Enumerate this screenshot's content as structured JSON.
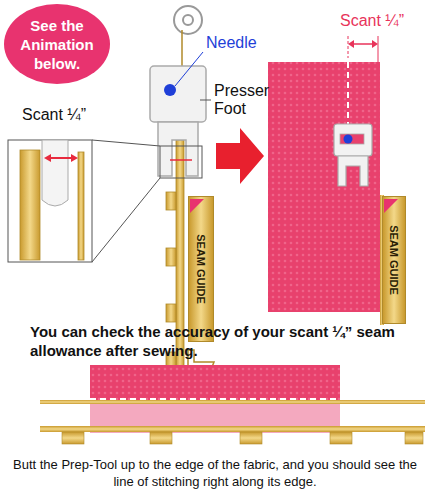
{
  "diagram": {
    "title": "You can check the accuracy of your scant ¼” seam allowance after sewing.",
    "caption": "Butt the Prep-Tool up to the edge of the fabric, and you should see the line of stitching right along its edge.",
    "nodes": [
      {
        "text": [
          "See the Animation below."
        ]
      },
      {
        "text": [
          "SEAM GUIDE"
        ]
      },
      {
        "text": [
          "SEAM GUIDE"
        ]
      }
    ],
    "labels": [
      "Needle",
      "Presser Foot",
      "Scant ¼”",
      "Scant ¼”"
    ]
  }
}
